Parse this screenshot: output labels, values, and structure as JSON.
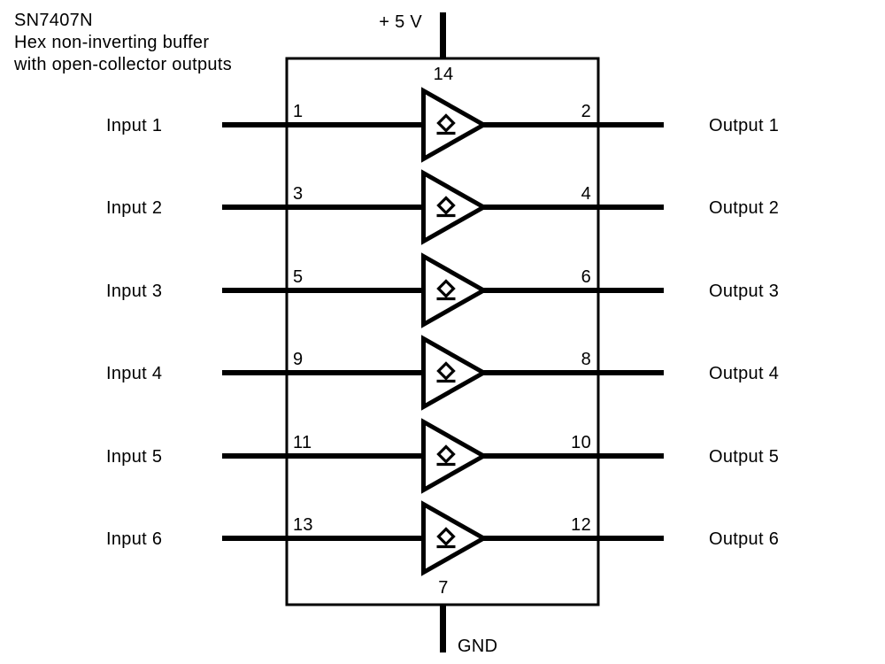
{
  "title": {
    "lines": [
      "SN7407N",
      "Hex non-inverting buffer",
      "with open-collector outputs"
    ]
  },
  "power": {
    "label": "+ 5 V",
    "pin": "14"
  },
  "ground": {
    "label": "GND",
    "pin": "7"
  },
  "chip": {
    "name": "SN7407N",
    "gate_symbol": "non-inverting-buffer-open-collector",
    "gates": [
      {
        "input_label": "Input 1",
        "input_pin": "1",
        "output_pin": "2",
        "output_label": "Output 1"
      },
      {
        "input_label": "Input 2",
        "input_pin": "3",
        "output_pin": "4",
        "output_label": "Output 2"
      },
      {
        "input_label": "Input 3",
        "input_pin": "5",
        "output_pin": "6",
        "output_label": "Output 3"
      },
      {
        "input_label": "Input 4",
        "input_pin": "9",
        "output_pin": "8",
        "output_label": "Output 4"
      },
      {
        "input_label": "Input 5",
        "input_pin": "11",
        "output_pin": "10",
        "output_label": "Output 5"
      },
      {
        "input_label": "Input 6",
        "input_pin": "13",
        "output_pin": "12",
        "output_label": "Output 6"
      }
    ]
  },
  "colors": {
    "line": "#000000",
    "background": "#ffffff"
  }
}
